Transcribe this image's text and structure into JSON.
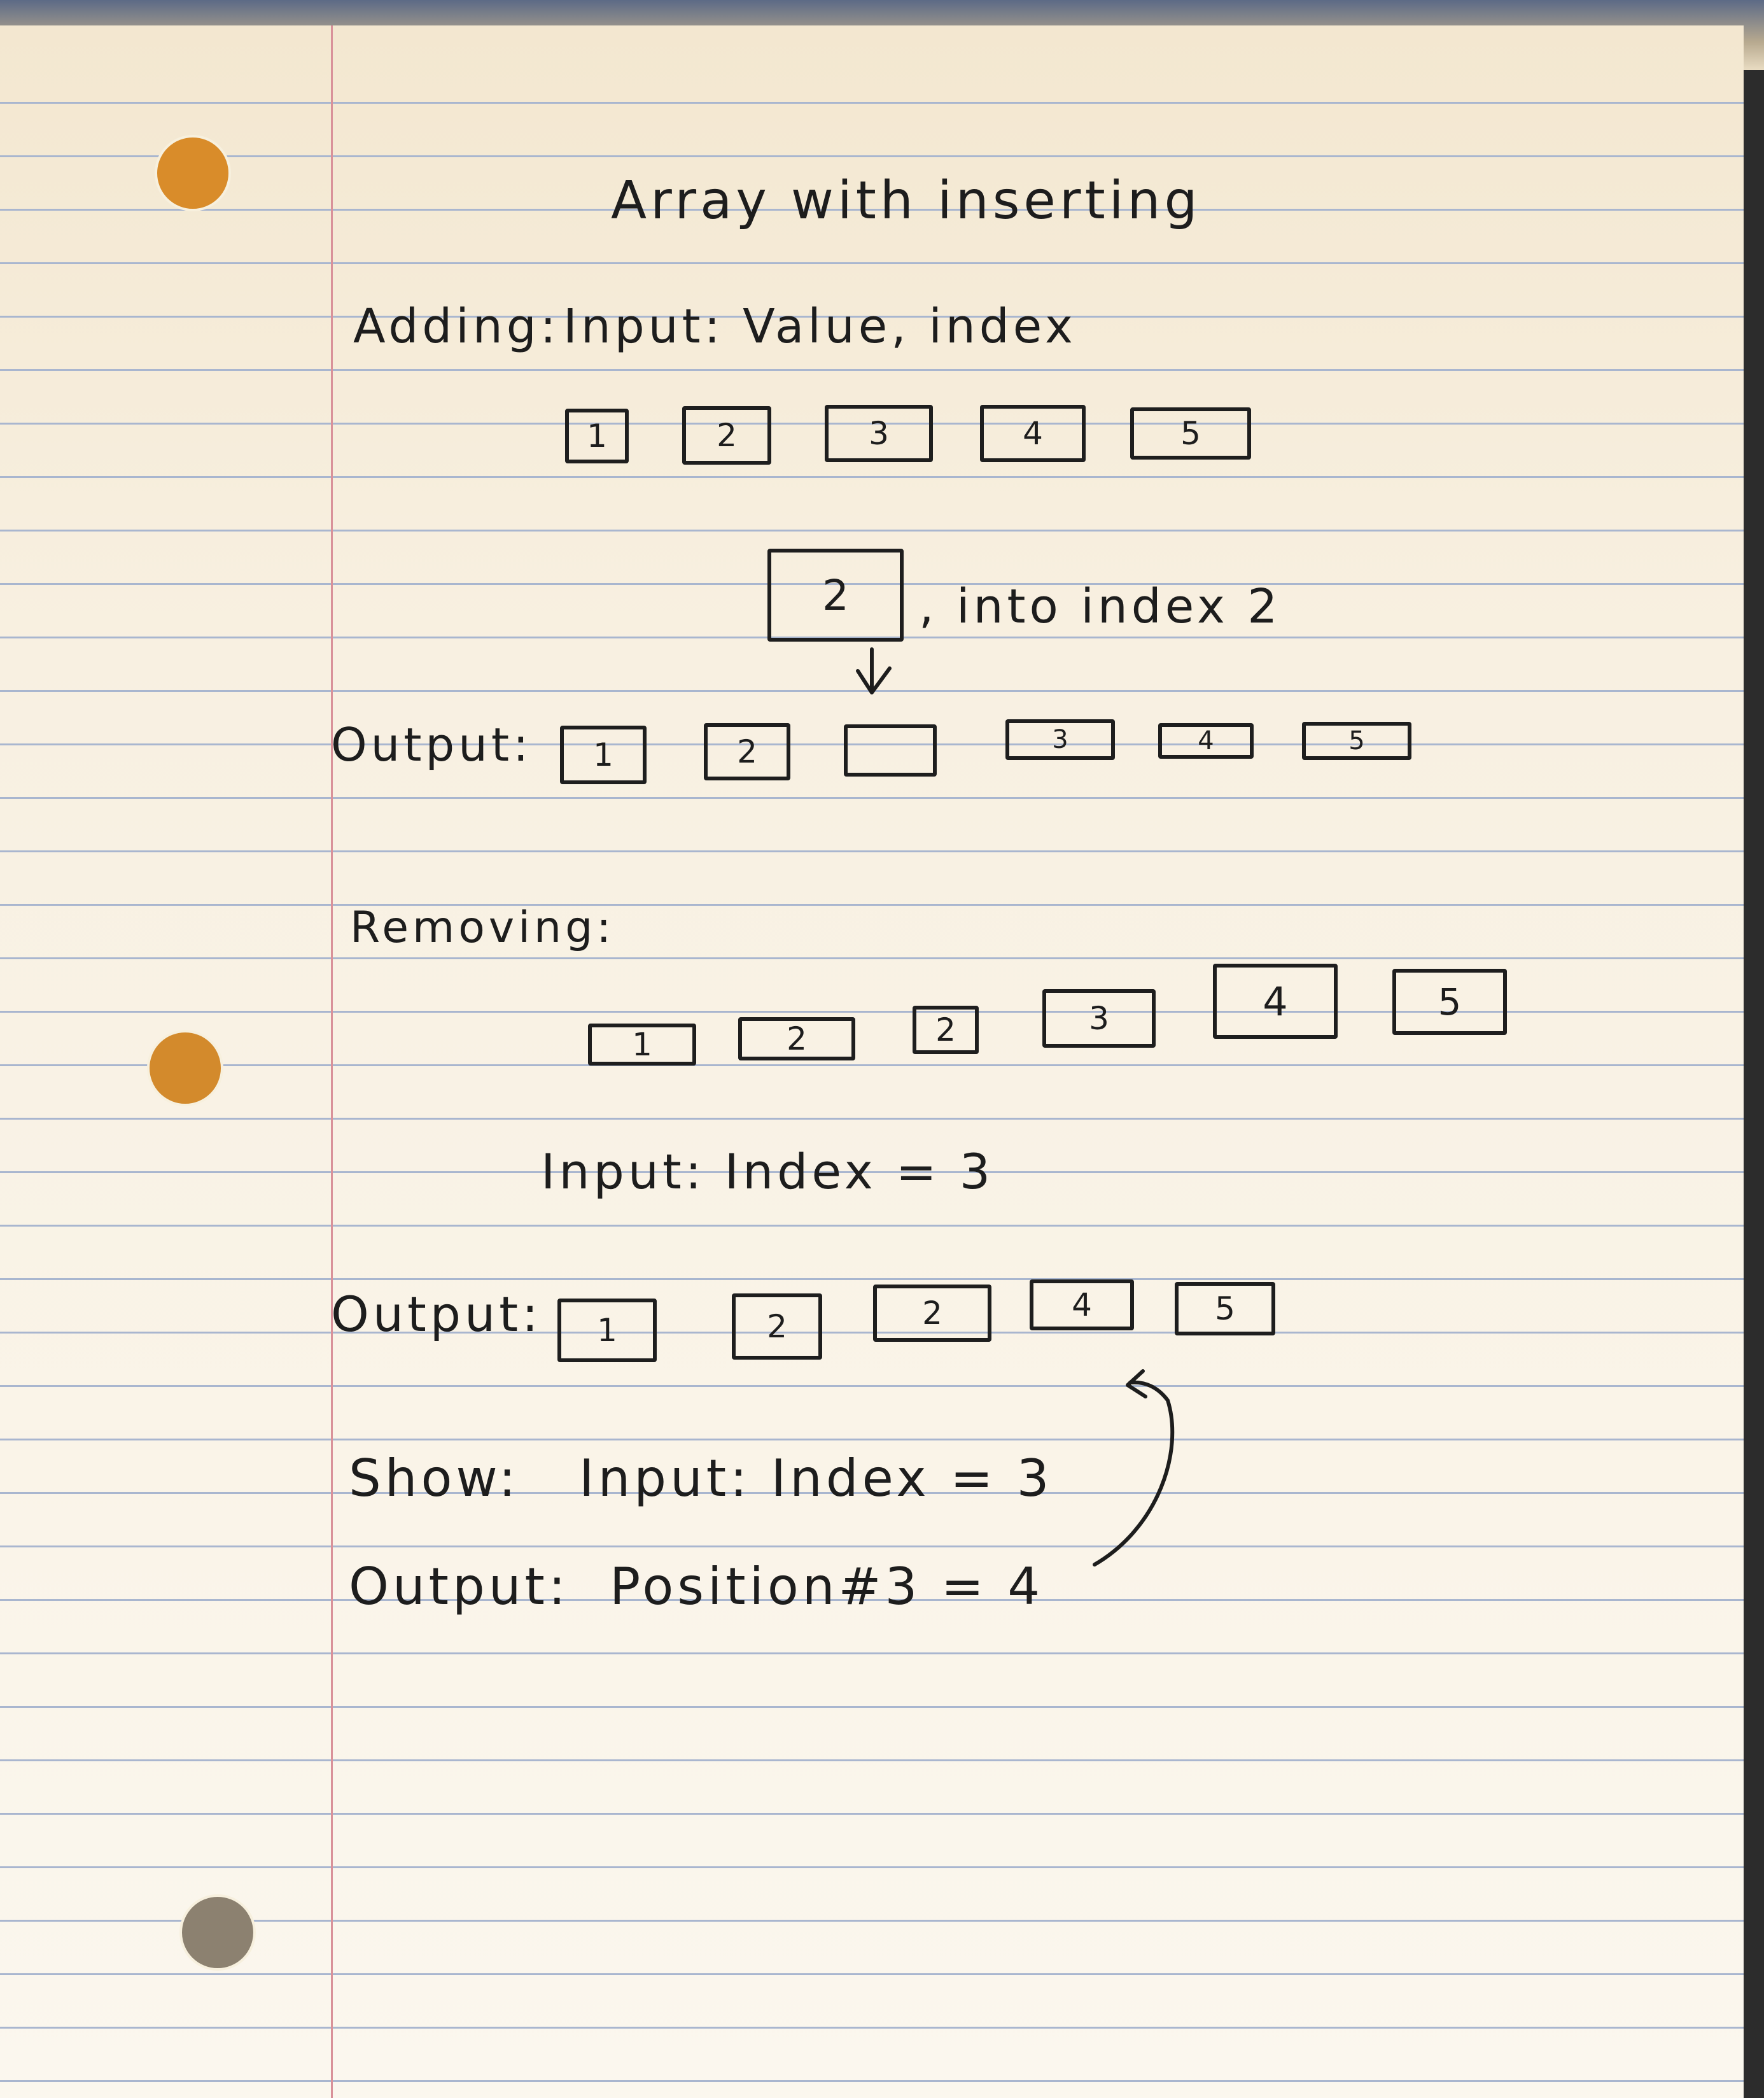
{
  "title": "Array with inserting",
  "adding": {
    "label": "Adding:",
    "input_text": "Input: Value, index",
    "array": [
      "1",
      "2",
      "3",
      "4",
      "5"
    ],
    "insert_value": "2",
    "insert_text": ", into index 2",
    "output_label": "Output:",
    "output_array": [
      "1",
      "2",
      "",
      "3",
      "4",
      "5"
    ]
  },
  "removing": {
    "label": "Removing:",
    "array": [
      "1",
      "2",
      "2",
      "3",
      "4",
      "5"
    ],
    "input_text": "Input: Index = 3",
    "output_label": "Output:",
    "output_array": [
      "1",
      "2",
      "2",
      "4",
      "5"
    ]
  },
  "show": {
    "label": "Show:",
    "input_text": "Input: Index = 3",
    "output_label": "Output:",
    "output_text": "Position#3 = 4"
  },
  "colors": {
    "ink": "#1d1d1d",
    "paper": "#fbf7ee",
    "rule": "#a9b6cf",
    "margin": "#d9929a",
    "hole": "#d98c2a"
  }
}
